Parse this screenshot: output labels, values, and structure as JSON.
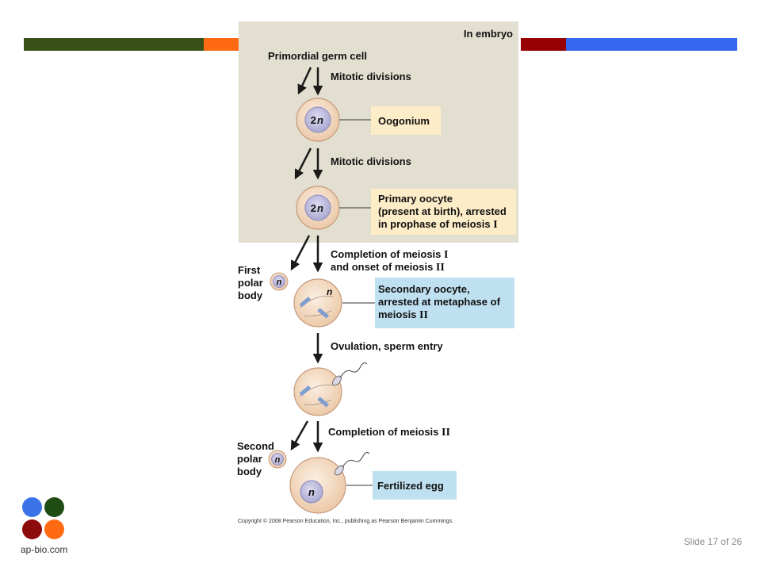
{
  "footer": {
    "slide_label": "Slide 17 of 26",
    "brand": "ap-bio.com",
    "copyright": "Copyright © 2008 Pearson Education, Inc., publishing as Pearson Benjamin Cummings."
  },
  "colors": {
    "bar_green": "#375017",
    "bar_orange": "#ff6a13",
    "bar_red": "#960000",
    "bar_blue": "#3667ee",
    "embryo_bg": "#e2dfd0",
    "label_yellow": "#fdecc8",
    "label_blue": "#bfe0f1",
    "cell_fill": "#f3dcc5",
    "nucleus_fill": "#c7c5e0"
  },
  "diagram": {
    "region_label": "In embryo",
    "start_label": "Primordial germ cell",
    "steps": {
      "step1": "Mitotic divisions",
      "step2": "Mitotic divisions",
      "step3_line1": "Completion of meiosis ",
      "step3_roman1": "I",
      "step3_line2": "and onset of meiosis ",
      "step3_roman2": "II",
      "step4": "Ovulation, sperm entry",
      "step5": "Completion of meiosis ",
      "step5_roman": "II"
    },
    "cells": {
      "oogonium_ploidy": "2",
      "oogonium_ploidy_n": "n",
      "primary_ploidy": "2",
      "primary_ploidy_n": "n",
      "secondary_ploidy": "n",
      "first_polar_ploidy": "n",
      "second_polar_ploidy": "n",
      "fertilized_ploidy": "n"
    },
    "labels": {
      "oogonium": "Oogonium",
      "primary_line1": "Primary oocyte",
      "primary_line2": "(present at birth), arrested",
      "primary_line3": "in prophase of meiosis ",
      "primary_roman": "I",
      "secondary_line1": "Secondary oocyte,",
      "secondary_line2": "arrested at metaphase of",
      "secondary_line3": "meiosis ",
      "secondary_roman": "II",
      "fertilized": "Fertilized egg",
      "first_polar_line1": "First",
      "first_polar_line2": "polar",
      "first_polar_line3": "body",
      "second_polar_line1": "Second",
      "second_polar_line2": "polar",
      "second_polar_line3": "body"
    }
  }
}
